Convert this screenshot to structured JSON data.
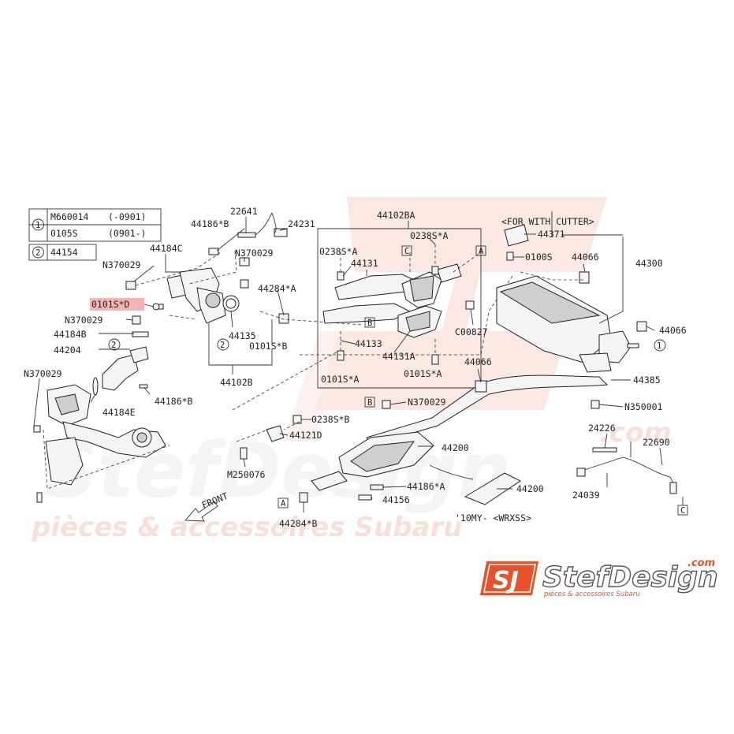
{
  "legend": {
    "row1_num": "1",
    "row1_a": "M660014",
    "row1_a_range": "(-0901)",
    "row1_b": "0105S",
    "row1_b_range": "(0901-)",
    "row2_num": "2",
    "row2_a": "44154"
  },
  "labels": {
    "p22641": "22641",
    "p24231": "24231",
    "p44186B_top": "44186*B",
    "pN370029_top": "N370029",
    "p44184C": "44184C",
    "pN370029_l1": "N370029",
    "p0101SD": "0101S*D",
    "pN370029_l2": "N370029",
    "p44184B": "44184B",
    "p44204": "44204",
    "pN370029_l3": "N370029",
    "p44184E": "44184E",
    "p44186B_mid": "44186*B",
    "p44284A": "44284*A",
    "p44135": "44135",
    "p0101SB": "0101S*B",
    "p44102B": "44102B",
    "p44102BA": "44102BA",
    "p0238SA_l": "0238S*A",
    "p0238SA_r": "0238S*A",
    "p44131": "44131",
    "p44133": "44133",
    "p44131A": "44131A",
    "p0101SA_l": "0101S*A",
    "p0101SA_r": "0101S*A",
    "pC00827": "C00827",
    "p44066_mid": "44066",
    "pN370029_B": "N370029",
    "p0238SB": "0238S*B",
    "p44121D": "44121D",
    "pM250076": "M250076",
    "p44200_a": "44200",
    "p44186A": "44186*A",
    "p44156": "44156",
    "p44284B": "44284*B",
    "p44200_b": "44200",
    "p10MY": "'10MY-  <WRXSS>",
    "pCutter": "<FOR WITH CUTTER>",
    "p44371": "44371",
    "p0100S": "0100S",
    "p44066_top": "44066",
    "p44300": "44300",
    "p44066_r": "44066",
    "p44385": "44385",
    "pN350001": "N350001",
    "p24226": "24226",
    "p22690": "22690",
    "p24039": "24039",
    "front": "FRONT",
    "boxA": "A",
    "boxB": "B",
    "boxC": "C",
    "circle1": "1",
    "circle2": "2"
  },
  "brand": {
    "name": "StefDesign",
    "domain": ".com",
    "tagline": "pièces & accessoires Subaru",
    "logo_mark": "SJ",
    "accent": "#e8522a",
    "highlight": "#f6b3b3"
  }
}
